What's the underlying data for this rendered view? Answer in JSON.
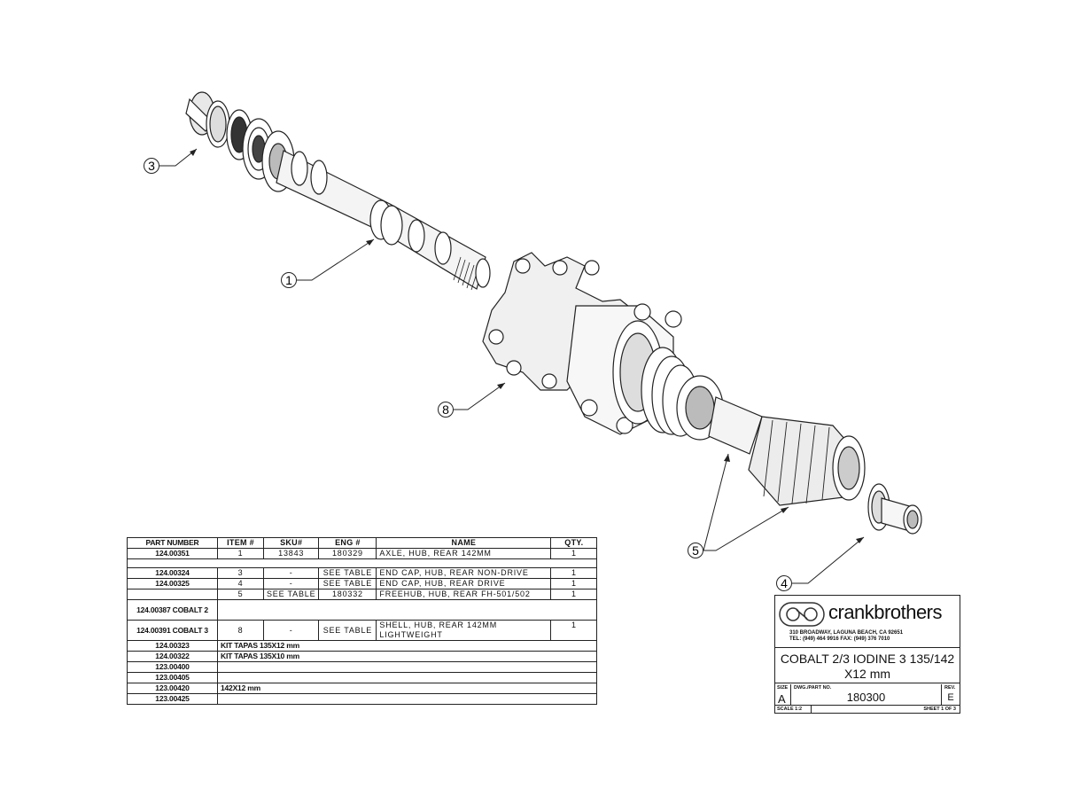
{
  "callouts": [
    {
      "id": "3",
      "label": "3"
    },
    {
      "id": "1",
      "label": "1"
    },
    {
      "id": "8",
      "label": "8"
    },
    {
      "id": "5",
      "label": "5"
    },
    {
      "id": "4",
      "label": "4"
    }
  ],
  "bom": {
    "headers": {
      "part_number": "PART NUMBER",
      "item": "ITEM #",
      "sku": "SKU#",
      "eng": "ENG #",
      "name": "NAME",
      "qty": "QTY."
    },
    "rows": [
      {
        "part_number": "124.00351",
        "item": "1",
        "sku": "13843",
        "eng": "180329",
        "name": "AXLE, HUB, REAR 142MM",
        "qty": "1"
      },
      {
        "part_number": "124.00324",
        "item": "3",
        "sku": "-",
        "eng": "SEE TABLE",
        "name": "END CAP, HUB, REAR NON-DRIVE",
        "qty": "1"
      },
      {
        "part_number": "124.00325",
        "item": "4",
        "sku": "-",
        "eng": "SEE TABLE",
        "name": "END CAP, HUB, REAR DRIVE",
        "qty": "1"
      },
      {
        "part_number": "",
        "item": "5",
        "sku": "SEE TABLE",
        "eng": "180332",
        "name": "FREEHUB, HUB, REAR FH-501/502",
        "qty": "1"
      },
      {
        "part_number": "124.00387 COBALT 2",
        "item": "",
        "sku": "",
        "eng": "",
        "name": "",
        "qty": ""
      },
      {
        "part_number": "124.00391 COBALT 3",
        "item": "8",
        "sku": "-",
        "eng": "SEE TABLE",
        "name": "SHELL, HUB, REAR 142MM LIGHTWEIGHT",
        "qty": "1"
      }
    ],
    "kits": [
      {
        "part_number": "124.00323",
        "desc": "KIT TAPAS 135X12 mm"
      },
      {
        "part_number": "124.00322",
        "desc": "KIT TAPAS 135X10 mm"
      },
      {
        "part_number": "123.00400",
        "desc": ""
      },
      {
        "part_number": "123.00405",
        "desc": ""
      },
      {
        "part_number": "123.00420",
        "desc": "142X12 mm"
      },
      {
        "part_number": "123.00425",
        "desc": ""
      }
    ]
  },
  "title_block": {
    "brand": "crankbrothers",
    "address_line1": "310 BROADWAY, LAGUNA BEACH, CA 92651",
    "address_line2": "TEL: (949) 464 9916  FAX: (949) 376 7010",
    "title_line1": "COBALT 2/3  IODINE 3 135/142",
    "title_line2": "X12 mm",
    "size_label": "SIZE",
    "size_value": "A",
    "dwg_label": "DWG./PART NO.",
    "dwg_value": "180300",
    "rev_label": "REV.",
    "rev_value": "E",
    "scale": "SCALE 1:2",
    "sheet": "SHEET 1 OF 3"
  }
}
